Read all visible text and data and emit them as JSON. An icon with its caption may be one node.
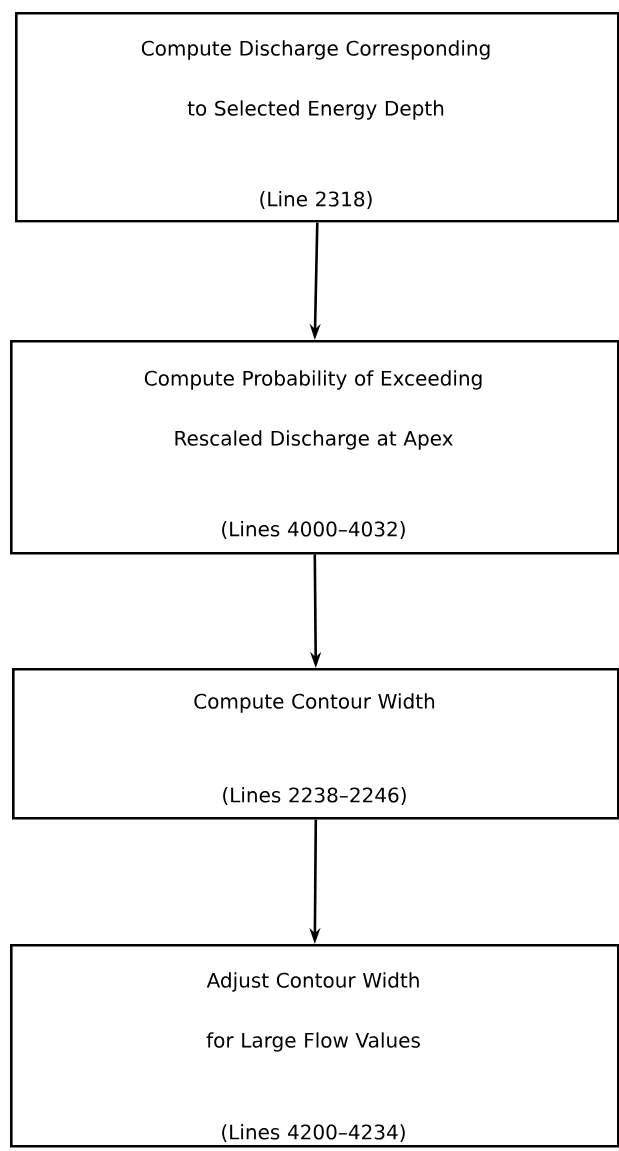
{
  "diagram": {
    "nodes": [
      {
        "text": [
          "Compute Discharge Corresponding to Selected Energy Depth",
          "(Line 2318)"
        ]
      },
      {
        "text": [
          "Compute Probability of Exceeding Rescaled Discharge at Apex",
          "(Lines 4000–4032)"
        ]
      },
      {
        "text": [
          "Compute Contour Width",
          "(Lines 2238–2246)"
        ]
      },
      {
        "text": [
          "Adjust Contour Width for Large Flow Values",
          "(Lines 4200–4234)"
        ]
      }
    ],
    "edges": [
      {
        "from": 0,
        "to": 1,
        "arrow": "to"
      },
      {
        "from": 1,
        "to": 2,
        "arrow": "to"
      },
      {
        "from": 2,
        "to": 3,
        "arrow": "to"
      }
    ]
  }
}
